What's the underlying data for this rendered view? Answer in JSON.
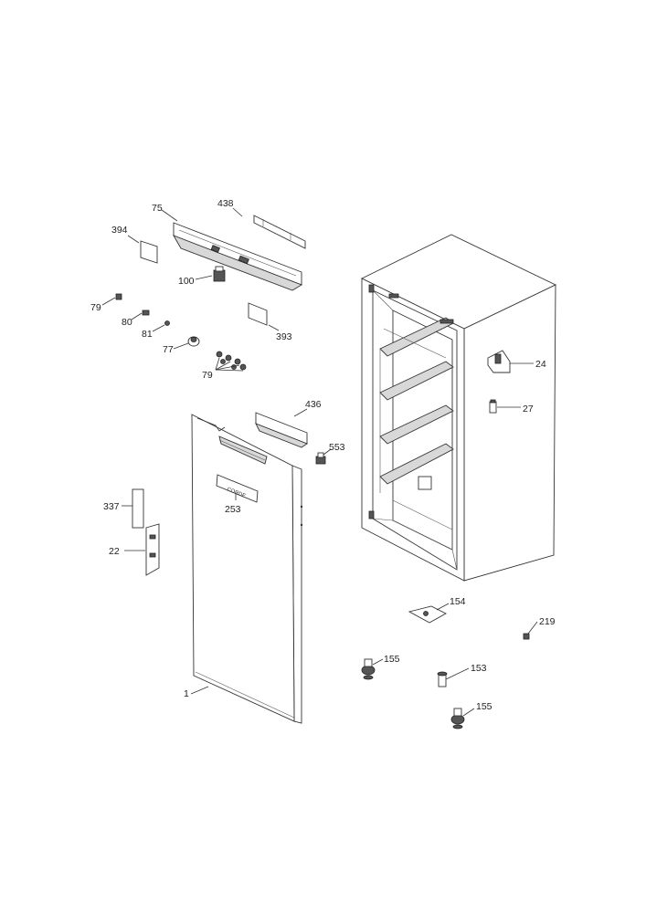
{
  "labels": {
    "p75": "75",
    "p438": "438",
    "p394": "394",
    "p100": "100",
    "p79a": "79",
    "p80": "80",
    "p81": "81",
    "p393": "393",
    "p77": "77",
    "p79b": "79",
    "p436": "436",
    "p553": "553",
    "p337": "337",
    "p253": "253",
    "p22": "22",
    "p1": "1",
    "p24": "24",
    "p27": "27",
    "p154": "154",
    "p219": "219",
    "p155a": "155",
    "p153": "153",
    "p155b": "155"
  },
  "badge_text": "CORDE"
}
